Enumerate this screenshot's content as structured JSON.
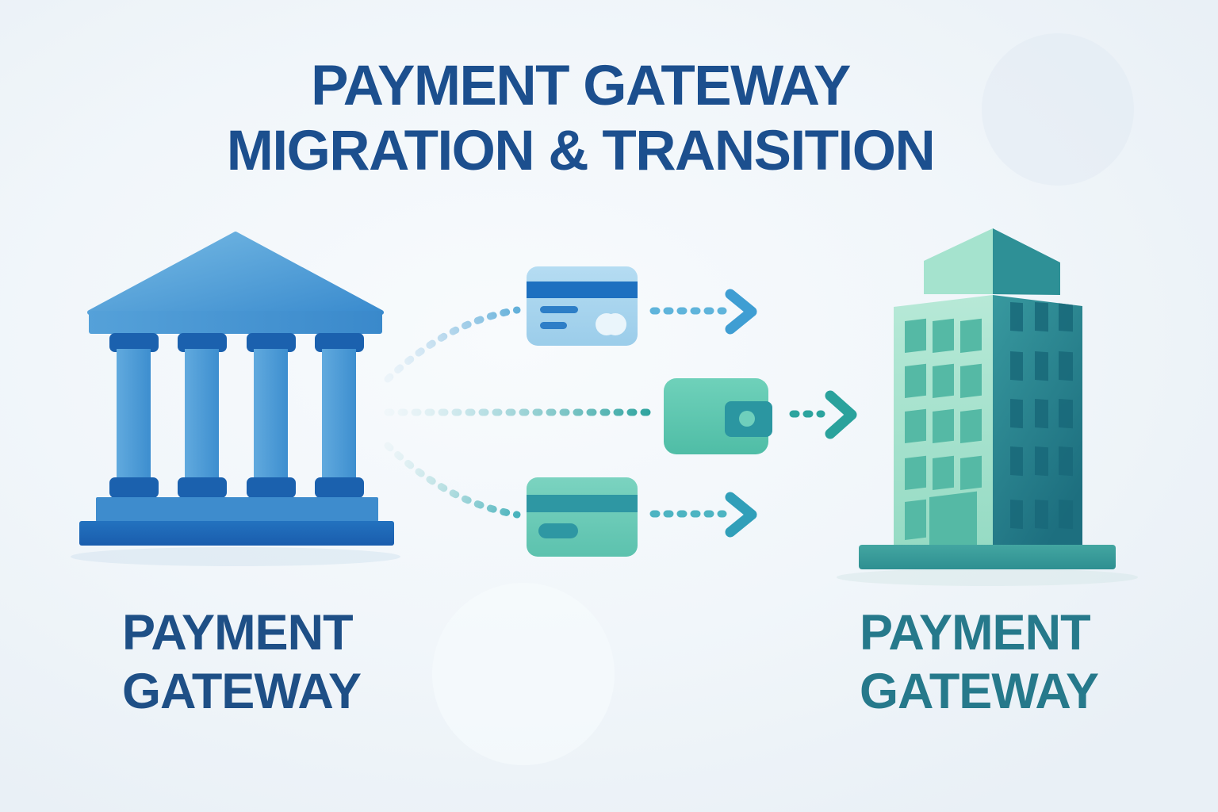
{
  "title": {
    "line1": "PAYMENT GATEWAY",
    "line2": "MIGRATION & TRANSITION"
  },
  "source": {
    "icon": "bank-building-icon",
    "label_line1": "PAYMENT",
    "label_line2": "GATEWAY"
  },
  "destination": {
    "icon": "office-building-icon",
    "label_line1": "PAYMENT",
    "label_line2": "GATEWAY"
  },
  "flow": {
    "direction": "left-to-right",
    "connector_style": "dotted",
    "items": [
      {
        "icon": "credit-card-icon",
        "arrow": "chevron-right-icon"
      },
      {
        "icon": "wallet-icon",
        "arrow": "chevron-right-icon"
      },
      {
        "icon": "bank-card-icon",
        "arrow": "chevron-right-icon"
      }
    ]
  },
  "colors": {
    "background": "#f1f6fa",
    "title_navy": "#1c4f8e",
    "left_label_navy": "#1e4f86",
    "right_label_teal": "#26798b",
    "bank_blue_light": "#6cb4e0",
    "bank_blue_mid": "#4494d4",
    "bank_blue_dark": "#1b61ae",
    "bank_base_dark": "#1d64b2",
    "card_body_light_blue": "#aad6ee",
    "card_stripe_blue": "#1d70c0",
    "wallet_mint": "#5fc8b1",
    "wallet_flap_teal": "#2b96a1",
    "bank_card_mint": "#6ecdb9",
    "bank_card_stripe_teal": "#2e97a3",
    "building_face_mint": "#abe5d1",
    "building_face_teal": "#2f8f96",
    "building_window_teal": "#55b9a5",
    "building_base_teal": "#3aa09d",
    "arrow_blue": "#3f9ed3",
    "arrow_teal": "#2aa29c",
    "arrow_teal_blue": "#319fb9"
  }
}
